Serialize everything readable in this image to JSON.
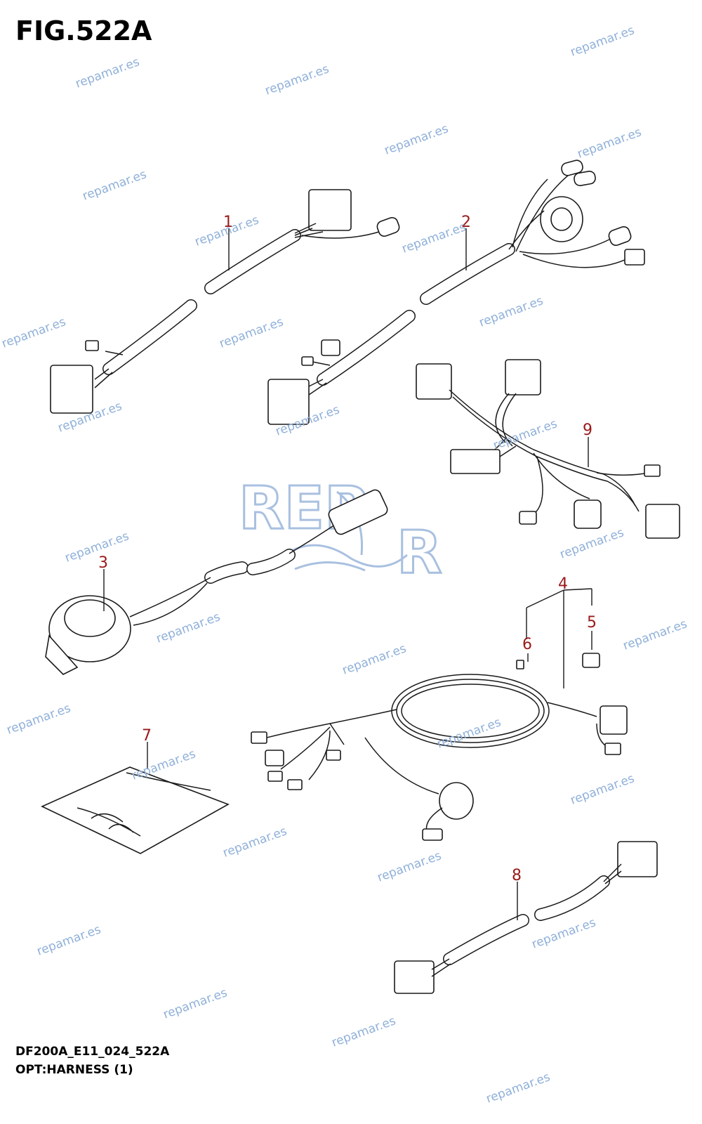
{
  "figure": {
    "title": "FIG.522A",
    "model_code": "DF200A_E11_024_522A",
    "section_title": "OPT:HARNESS (1)"
  },
  "callouts": [
    "1",
    "2",
    "3",
    "4",
    "5",
    "6",
    "7",
    "8",
    "9"
  ],
  "watermark": {
    "text": "repamar.es",
    "logo_text_top": "REP",
    "logo_text_bottom": "R",
    "color": "#8fb0d9"
  },
  "colors": {
    "callout": "#9a1a1a",
    "line": "#1a1a1a"
  }
}
